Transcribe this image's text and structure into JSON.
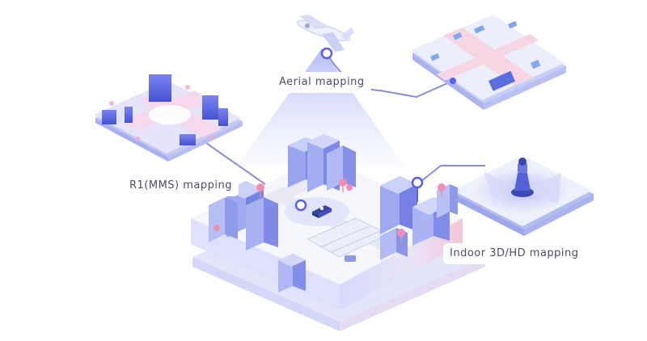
{
  "labels": {
    "aerial": "Aerial mapping",
    "r1": "R1(MMS) mapping",
    "indoor": "Indoor 3D/HD mapping"
  },
  "colors": {
    "accent": "#5b5ee6",
    "connector": "#8a8cd6",
    "building_light": "#c5cbf7",
    "building_mid": "#8c97ee",
    "building_dark": "#5664dc",
    "tree_pink": "#f08cb6",
    "road_gray": "#e8e9f3",
    "text": "#4b4d63"
  },
  "icons": [
    "airplane-icon",
    "car-icon",
    "robot-icon",
    "location-pin-icon"
  ]
}
